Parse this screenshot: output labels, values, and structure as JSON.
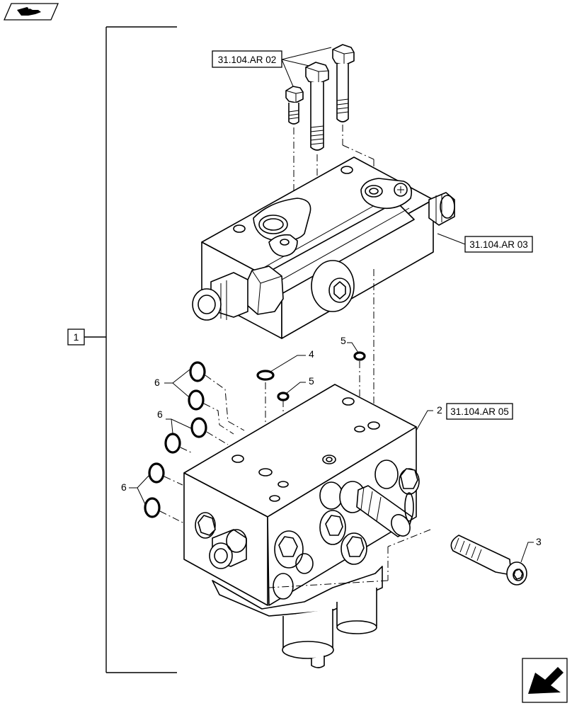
{
  "diagram": {
    "group_label": "1",
    "references": {
      "bolts": "31.104.AR 02",
      "valve_top": "31.104.AR 03",
      "valve_block": "31.104.AR 05"
    },
    "callouts": {
      "item2": "2",
      "item3": "3",
      "item4": "4",
      "item5a": "5",
      "item5b": "5",
      "item6a": "6",
      "item6b": "6",
      "item6c": "6"
    },
    "icons": {
      "top_left": "hand-pointer-icon",
      "bottom_right": "next-page-arrow-icon"
    }
  }
}
